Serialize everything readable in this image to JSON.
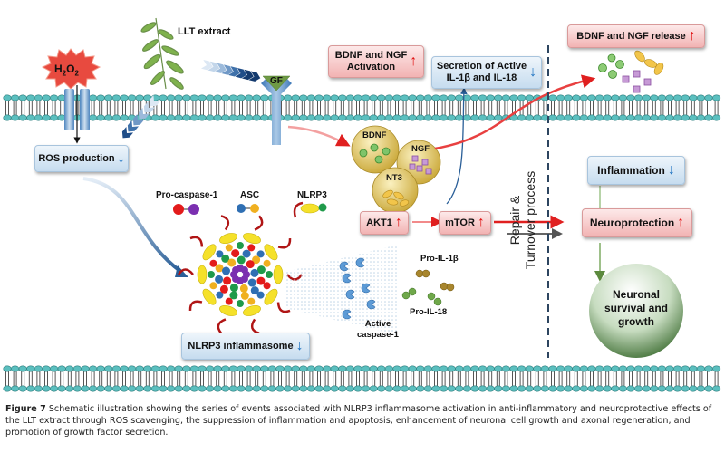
{
  "figure": {
    "labels": {
      "h2o2": "H2O2",
      "llt_extract": "LLT extract",
      "gf": "GF",
      "ros_production": "ROS production",
      "bdnf_ngf_activation_line1": "BDNF and NGF",
      "bdnf_ngf_activation_line2": "Activation",
      "secretion_line1": "Secretion of Active",
      "secretion_line2": "IL-1β and IL-18",
      "bdnf_ngf_release": "BDNF and NGF release",
      "bdnf": "BDNF",
      "ngf": "NGF",
      "nt3": "NT3",
      "pro_caspase_1": "Pro-caspase-1",
      "asc": "ASC",
      "nlrp3": "NLRP3",
      "akt1": "AKT1",
      "mtor": "mTOR",
      "pro_il_1b": "Pro-IL-1β",
      "pro_il_18": "Pro-IL-18",
      "active_caspase_line1": "Active",
      "active_caspase_line2": "caspase-1",
      "nlrp3_inflammasome": "NLRP3 inflammasome",
      "repair_line1": "Repair &",
      "repair_line2": "Turnover process",
      "inflammation": "Inflammation",
      "neuroprotection": "Neuroprotection",
      "neuronal_line1": "Neuronal",
      "neuronal_line2": "survival and",
      "neuronal_line3": "growth"
    },
    "regulation": {
      "ros_production": "down",
      "bdnf_ngf_activation": "up",
      "secretion": "down",
      "bdnf_ngf_release": "up",
      "akt1": "up",
      "mtor": "up",
      "nlrp3_inflammasome": "down",
      "inflammation": "down",
      "neuroprotection": "up"
    },
    "arrow_glyphs": {
      "up": "↑",
      "down": "↓"
    },
    "colors": {
      "up_arrow": "#e01010",
      "down_arrow": "#1a70c0",
      "membrane_head": "#5bbfbf",
      "red_box": "#f2b3b3",
      "blue_box": "#c6dcef"
    }
  },
  "caption": {
    "figure_label": "Figure 7",
    "text": " Schematic illustration showing the series of events associated with NLRP3 inflammasome activation in anti-inflammatory and neuroprotective effects of the LLT extract through ROS scavenging, the suppression of inflammation and apoptosis, enhancement of neuronal cell growth and axonal regeneration, and promotion of growth factor secretion."
  }
}
